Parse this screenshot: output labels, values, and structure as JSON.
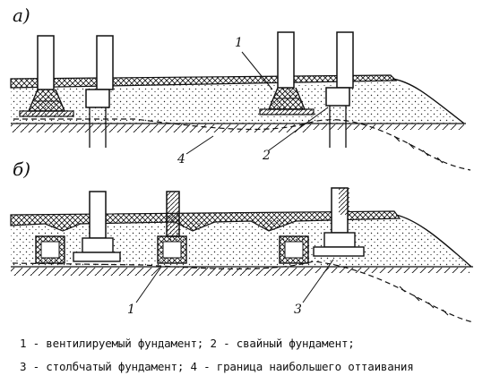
{
  "panels": {
    "a": {
      "letter": "а)"
    },
    "b": {
      "letter": "б)"
    }
  },
  "callouts": {
    "c1": "1",
    "c2": "2",
    "c3": "3",
    "c4": "4"
  },
  "legend": {
    "line1": "1 - вентилируемый фундамент; 2 - свайный фундамент;",
    "line2": "3 - столбчатый фундамент; 4 - граница наибольшего оттаивания"
  }
}
